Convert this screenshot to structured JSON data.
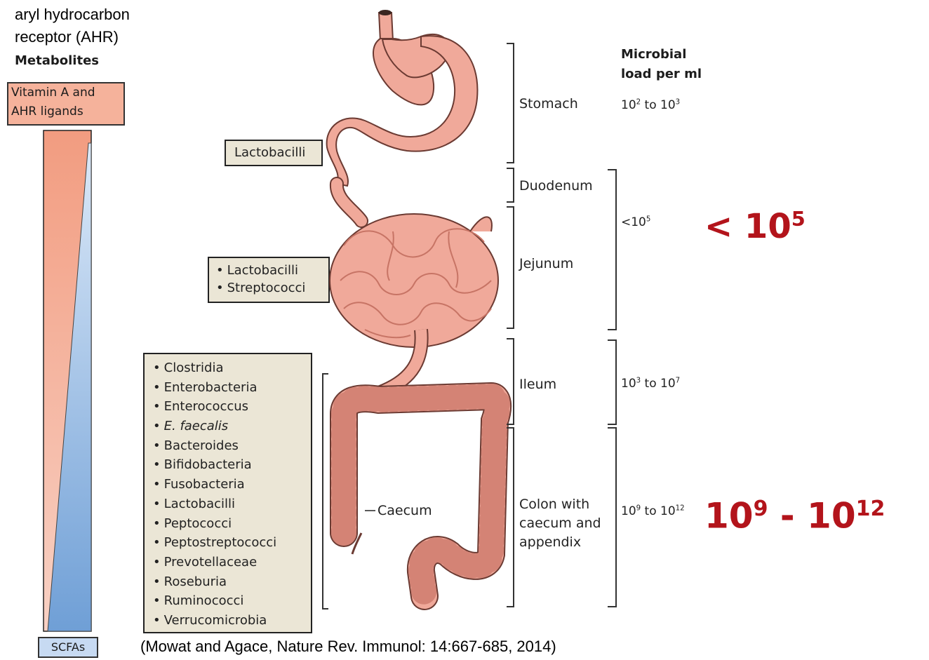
{
  "header": {
    "ahr_line1": "aryl hydrocarbon",
    "ahr_line2": "receptor (AHR)",
    "metabolites": "Metabolites"
  },
  "gradient_bar": {
    "top_label_line1": "Vitamin A and",
    "top_label_line2": "AHR ligands",
    "bottom_label": "SCFAs",
    "top_color": "#f2a286",
    "bottom_color": "#6f9fd6"
  },
  "microbes": {
    "stomach_box": "Lactobacilli",
    "small_intestine_box": [
      "Lactobacilli",
      "Streptococci"
    ],
    "colon_box": [
      "Clostridia",
      "Enterobacteria",
      "Enterococcus",
      "E. faecalis",
      "Bacteroides",
      "Bifidobacteria",
      "Fusobacteria",
      "Lactobacilli",
      "Peptococci",
      "Peptostreptococci",
      "Prevotellaceae",
      "Roseburia",
      "Ruminococci",
      "Verrucomicrobia"
    ]
  },
  "caecum_label": "Caecum",
  "regions": {
    "stomach": "Stomach",
    "duodenum": "Duodenum",
    "jejunum": "Jejunum",
    "ileum": "Ileum",
    "colon_line1": "Colon with",
    "colon_line2": "caecum and",
    "colon_line3": "appendix"
  },
  "load": {
    "header_line1": "Microbial",
    "header_line2": "load per ml",
    "stomach_a": "10",
    "stomach_a_exp": "2",
    "stomach_mid": " to 10",
    "stomach_b_exp": "3",
    "small_prefix": "<10",
    "small_exp": "5",
    "ileum_a": "10",
    "ileum_a_exp": "3",
    "ileum_mid": " to 10",
    "ileum_b_exp": "7",
    "colon_a": "10",
    "colon_a_exp": "9",
    "colon_mid": " to 10",
    "colon_b_exp": "12"
  },
  "highlight": {
    "small_base": "< 10",
    "small_exp": "5",
    "colon_base1": "10",
    "colon_exp1": "9",
    "colon_sep": " - 10",
    "colon_exp2": "12",
    "color": "#b3141b"
  },
  "citation": "(Mowat and Agace, Nature Rev. Immunol: 14:667-685, 2014)",
  "colors": {
    "tissue": "#f0a99a",
    "tissue_dark": "#c77465",
    "box_fill": "#ebe6d6"
  }
}
